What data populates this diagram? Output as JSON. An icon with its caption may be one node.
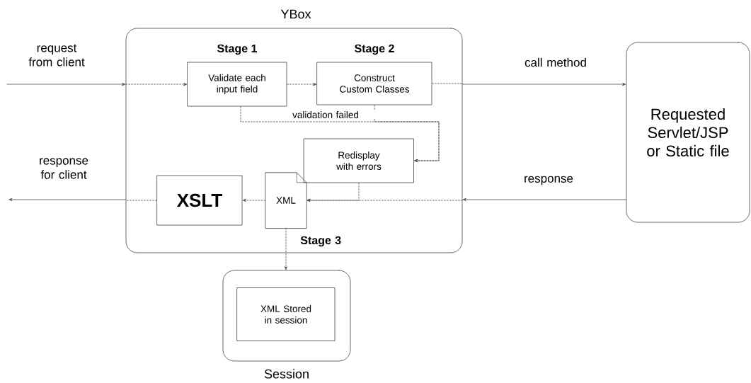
{
  "diagram": {
    "nodes": [
      {
        "text": [
          "YBox"
        ]
      },
      {
        "text": [
          "Validate each input field"
        ],
        "in": 0,
        "beside": [
          "Stage 1"
        ]
      },
      {
        "text": [
          "Construct Custom Classes"
        ],
        "in": 0,
        "beside": [
          "Stage 2"
        ]
      },
      {
        "text": [
          "Redisplay with errors"
        ],
        "in": 0
      },
      {
        "text": [
          "XSLT"
        ],
        "in": 0
      },
      {
        "text": [
          "XML"
        ],
        "in": 0
      },
      {
        "text": [
          "Requested Servlet/JSP or Static file"
        ]
      },
      {
        "text": [
          "Session"
        ]
      },
      {
        "text": [
          "XML Stored in session"
        ],
        "in": 7
      }
    ],
    "edges": [
      {
        "from": null,
        "to": 0,
        "arrow": "to",
        "label": "request from client"
      },
      {
        "from": 0,
        "to": 1,
        "arrow": "to",
        "style": "dashed"
      },
      {
        "from": 1,
        "to": 2,
        "arrow": "to",
        "style": "dashed"
      },
      {
        "from": 2,
        "to": 0,
        "arrow": "none",
        "style": "dashed"
      },
      {
        "from": 0,
        "to": 6,
        "arrow": "to",
        "label": "call method"
      },
      {
        "from": 1,
        "to": 3,
        "arrow": "to",
        "style": "dashed",
        "label": "validation failed"
      },
      {
        "from": 2,
        "to": 3,
        "arrow": "to",
        "style": "dashed"
      },
      {
        "from": 6,
        "to": 0,
        "arrow": "to",
        "label": "response"
      },
      {
        "from": 0,
        "to": 5,
        "arrow": "to",
        "style": "dashed"
      },
      {
        "from": 3,
        "to": 5,
        "arrow": "to",
        "style": "dashed"
      },
      {
        "from": 5,
        "to": 4,
        "arrow": "to",
        "style": "dashed"
      },
      {
        "from": 4,
        "to": 0,
        "arrow": "none",
        "style": "dashed"
      },
      {
        "from": 0,
        "to": null,
        "arrow": "to",
        "label": "response for client"
      },
      {
        "from": 5,
        "to": 7,
        "arrow": "to",
        "style": "dashed",
        "label": "Stage 3"
      }
    ]
  }
}
